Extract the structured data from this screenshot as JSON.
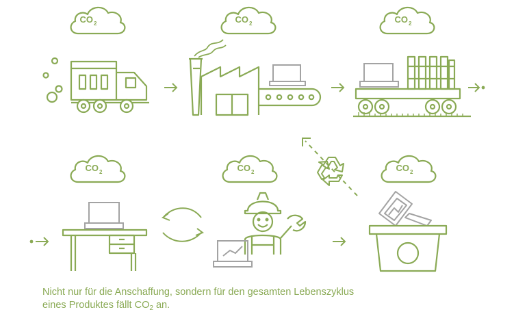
{
  "colors": {
    "green": "#8aaa55",
    "gray": "#a3a3a3"
  },
  "clouds": [
    {
      "main": "CO",
      "sub": "2"
    },
    {
      "main": "CO",
      "sub": "2"
    },
    {
      "main": "CO",
      "sub": "2"
    },
    {
      "main": "CO",
      "sub": "2"
    },
    {
      "main": "CO",
      "sub": "2"
    },
    {
      "main": "CO",
      "sub": "2"
    }
  ],
  "caption": {
    "line1": "Nicht nur für die Anschaffung, sondern für den gesamten Lebenszyklus",
    "line2_before": "eines Produktes fällt CO",
    "line2_sub": "2",
    "line2_after": " an."
  },
  "icons": [
    "truck-icon",
    "factory-icon",
    "freight-train-icon",
    "desk-icon",
    "repair-worker-icon",
    "recycling-bin-icon",
    "recycle-icon",
    "exchange-arrows-icon"
  ]
}
